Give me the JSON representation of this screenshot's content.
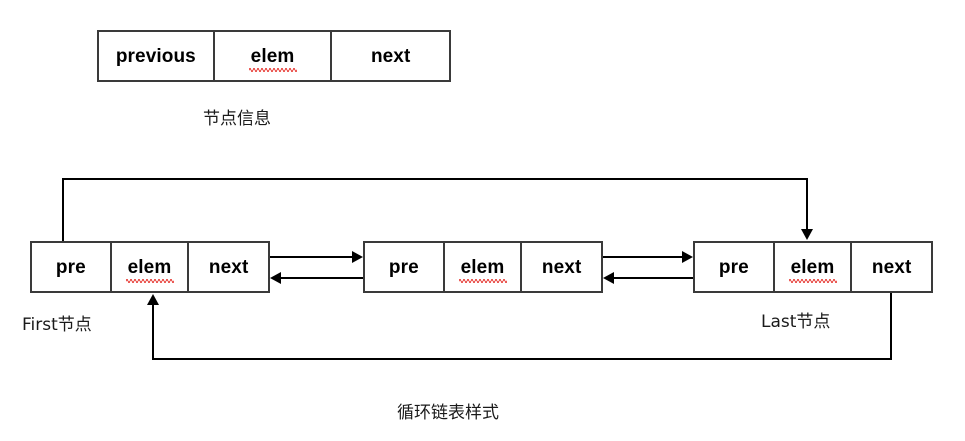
{
  "diagram": {
    "node_info": {
      "caption": "节点信息",
      "cells": [
        {
          "label": "previous",
          "misspelled": false
        },
        {
          "label": "elem",
          "misspelled": true
        },
        {
          "label": "next",
          "misspelled": false
        }
      ]
    },
    "chain": {
      "caption": "循环链表样式",
      "first_label": "First节点",
      "last_label": "Last节点",
      "nodes": [
        {
          "name": "first",
          "cells": [
            {
              "label": "pre",
              "misspelled": false
            },
            {
              "label": "elem",
              "misspelled": true
            },
            {
              "label": "next",
              "misspelled": false
            }
          ]
        },
        {
          "name": "middle",
          "cells": [
            {
              "label": "pre",
              "misspelled": false
            },
            {
              "label": "elem",
              "misspelled": true
            },
            {
              "label": "next",
              "misspelled": false
            }
          ]
        },
        {
          "name": "last",
          "cells": [
            {
              "label": "pre",
              "misspelled": false
            },
            {
              "label": "elem",
              "misspelled": true
            },
            {
              "label": "next",
              "misspelled": false
            }
          ]
        }
      ]
    },
    "colors": {
      "line": "#000000",
      "box_border": "#3a3a3a",
      "spellcheck_underline": "#e8403a",
      "background": "#ffffff",
      "text": "#000000"
    }
  }
}
